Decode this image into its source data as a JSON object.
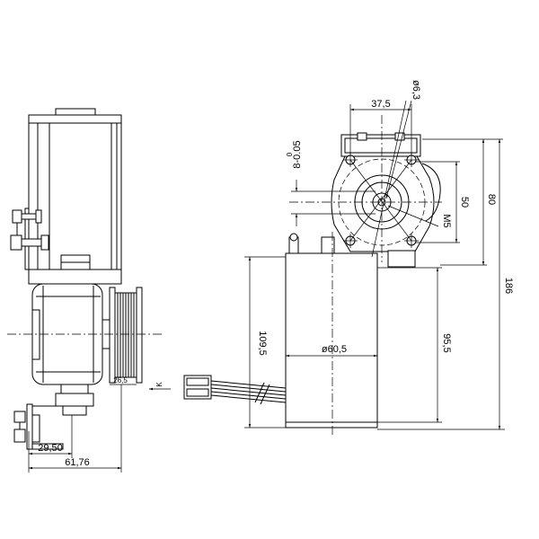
{
  "side_view": {
    "dim_26_5": "26,5",
    "dim_29_50": "29,50",
    "dim_61_76": "61,76",
    "view_arrow": "K"
  },
  "front_view": {
    "dim_37_5": "37,5",
    "dim_6_3": "ø6,3",
    "dim_8": "8-0.05",
    "dim_8_tol": "0",
    "dim_50": "50",
    "dim_80": "80",
    "thread_m5": "M5",
    "dim_186": "186",
    "dim_109_5": "109,5",
    "dim_60_5": "ø60,5",
    "dim_95_5": "95,5"
  }
}
